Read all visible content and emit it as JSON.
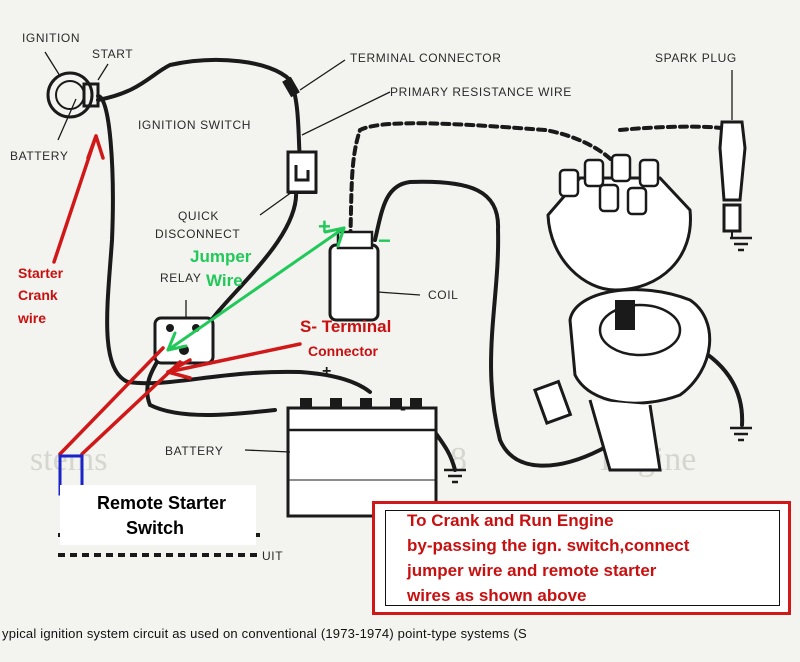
{
  "labels": {
    "ignition": "IGNITION",
    "start": "START",
    "battery_switch": "BATTERY",
    "ignition_switch": "IGNITION SWITCH",
    "terminal_connector": "TERMINAL CONNECTOR",
    "primary_resistance_wire": "PRIMARY RESISTANCE WIRE",
    "spark_plug": "SPARK PLUG",
    "quick_line1": "QUICK",
    "quick_line2": "DISCONNECT",
    "relay": "RELAY",
    "coil": "COIL",
    "battery": "BATTERY",
    "circuit_fragment": "UIT",
    "plus": "+",
    "minus": "-"
  },
  "annotations": {
    "starter_crank": [
      "Starter",
      "Crank",
      "wire"
    ],
    "jumper": [
      "Jumper",
      "Wire"
    ],
    "s_terminal": "S- Terminal",
    "connector": "Connector",
    "coil_plus": "+",
    "coil_minus": "−",
    "remote_line1": "Remote Starter",
    "remote_line2": "Switch"
  },
  "note": {
    "lines": [
      "To Crank and Run Engine",
      "by-passing the ign. switch,connect",
      "jumper wire and remote starter",
      "wires as shown above"
    ]
  },
  "caption": "ypical ignition system circuit as used on conventional (1973-1974) point-type systems (S",
  "colors": {
    "annotation_red": "#c81010",
    "jumper_green": "#22c95a",
    "switch_blue": "#1a22c8",
    "wire": "#1a1a1a"
  }
}
